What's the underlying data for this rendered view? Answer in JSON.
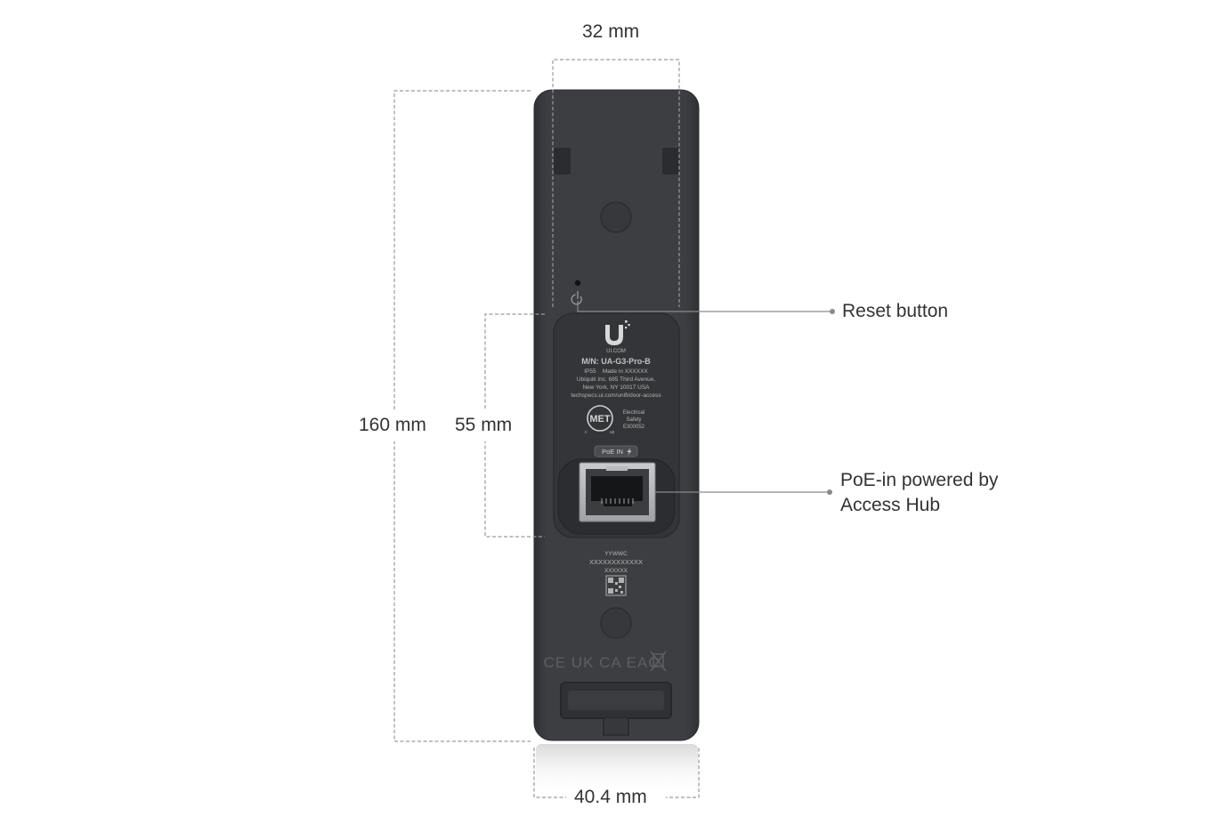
{
  "dimensions": {
    "top_width": "32 mm",
    "height": "160 mm",
    "port_height": "55 mm",
    "bottom_width": "40.4 mm"
  },
  "callouts": {
    "reset": "Reset button",
    "poe_line1": "PoE-in powered by",
    "poe_line2": "Access Hub"
  },
  "device_label": {
    "brand": "UI.COM",
    "model": "M/N: UA-G3-Pro-B",
    "rating_line": "IP55    Made in XXXXXX",
    "address_line1": "Ubiquiti Inc. 685 Third Avenue,",
    "address_line2": "New York, NY 10017 USA",
    "url": "techspecs.ui.com/unifi/door-access",
    "met_logo": "MET",
    "met_c": "c",
    "met_us": "us",
    "safety1": "Electrical",
    "safety2": "Safety",
    "safety3": "E300052",
    "port_label": "PoE IN",
    "serial1": "YYWWC",
    "serial2": "XXXXXXXXXXXX",
    "serial3": "XXXXXX",
    "cert_marks": "CE UK CA EAC"
  },
  "colors": {
    "body": "#3b3d40",
    "body_edge": "#2c2e31",
    "plate": "#333538",
    "dim_line": "#9a9a9a",
    "callout_line": "#8a8a8a",
    "text": "#333333"
  },
  "icons": [
    "reset-icon",
    "ubiquiti-logo-icon",
    "met-logo-icon",
    "lightning-icon",
    "ethernet-port-icon",
    "qr-code-icon",
    "weee-bin-icon"
  ]
}
